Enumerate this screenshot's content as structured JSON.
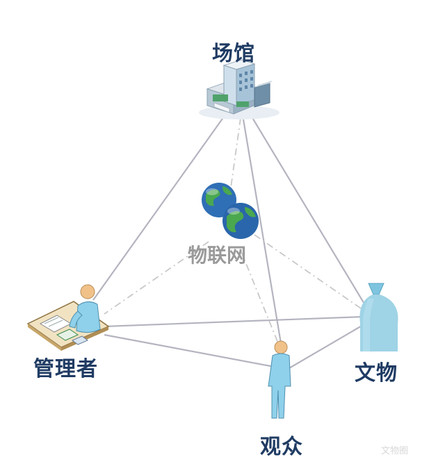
{
  "nodes": {
    "venue": {
      "label": "场馆"
    },
    "iot": {
      "label": "物联网"
    },
    "manager": {
      "label": "管理者"
    },
    "artifact": {
      "label": "文物"
    },
    "audience": {
      "label": "观众"
    }
  },
  "watermark": {
    "text": "文物圈"
  },
  "colors": {
    "label": "#1f3b63",
    "hub_label": "#9a9a9a",
    "edge": "#b4b4c0",
    "dash_edge": "#c8c8c8",
    "person_skin": "#f0c28a",
    "person_body": "#8fd0ea",
    "artifact": "#9fd3e6",
    "globe_ocean": "#2f6fb5",
    "globe_land": "#4aa84f"
  },
  "icons": {
    "venue": "building-icon",
    "iot": "globe-icon",
    "manager": "person-at-desk-icon",
    "artifact": "vase-icon",
    "audience": "person-standing-icon"
  }
}
